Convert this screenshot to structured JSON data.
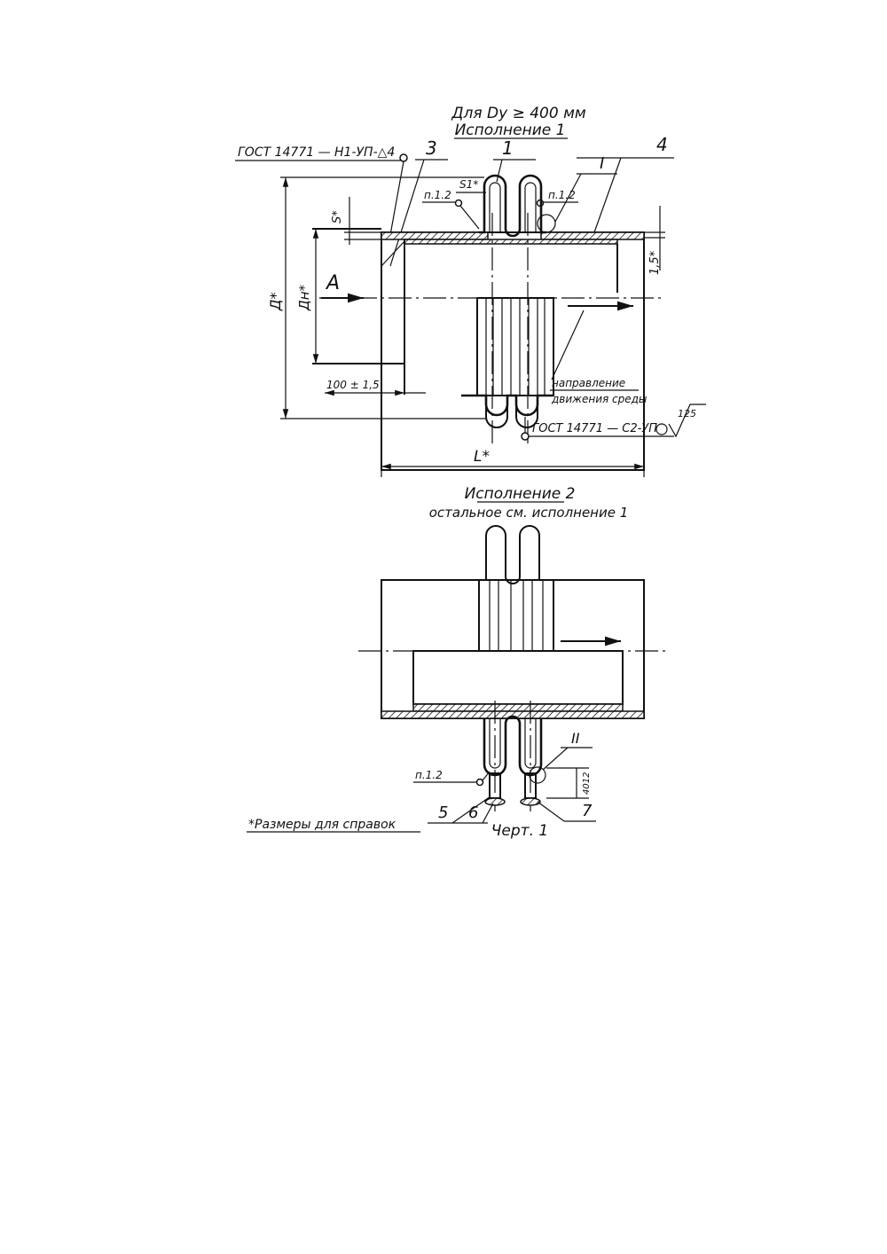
{
  "figure1": {
    "header_line1": "Для Dy ≥ 400 мм",
    "header_line2": "Исполнение 1",
    "weld_note_top": "ГОСТ 14771 — Н1-УП-△4",
    "weld_note_bottom": "ГОСТ 14771 — С2-УП",
    "roughness": "125",
    "part_labels": [
      "3",
      "1",
      "4",
      "I"
    ],
    "note_p12_left": "п.1.2",
    "note_p12_right": "п.1.2",
    "dim_s": "S*",
    "dim_s1": "S1*",
    "dim_D": "Д*",
    "dim_Dn": "Дн*",
    "dim_15": "1,5*",
    "dim_100": "100 ± 1,5",
    "dim_L": "L*",
    "view_A": "А",
    "flow_line1": "направление",
    "flow_line2": "движения среды"
  },
  "figure2": {
    "title": "Исполнение 2",
    "subtitle": "остальное см. исполнение 1",
    "note_p12": "п.1.2",
    "part_labels": [
      "5",
      "6",
      "7",
      "II"
    ],
    "dim_small": "4012"
  },
  "footnote": "*Размеры для справок",
  "caption": "Черт. 1"
}
